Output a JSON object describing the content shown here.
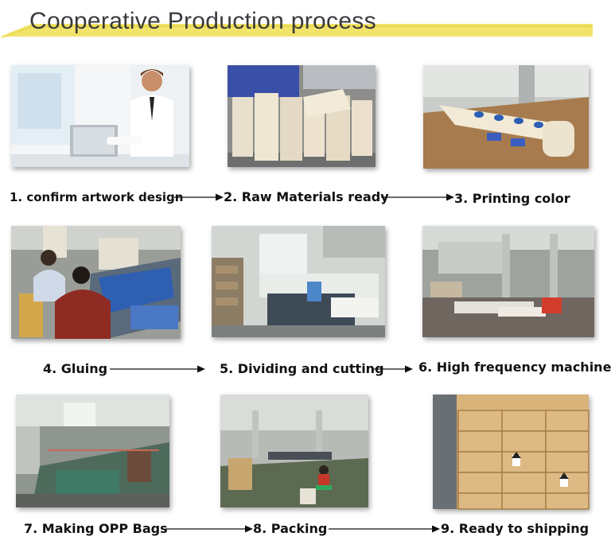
{
  "banner": {
    "title": "Cooperative Production process"
  },
  "steps": [
    {
      "label": "1. confirm artwork design",
      "image": "office-man-laptop-photo"
    },
    {
      "label": "2. Raw Materials ready",
      "image": "paper-rolls-photo"
    },
    {
      "label": "3. Printing color",
      "image": "printing-table-photo"
    },
    {
      "label": "4.  Gluing",
      "image": "workers-gluing-machine-photo"
    },
    {
      "label": "5. Dividing and cutting",
      "image": "cutting-machine-photo"
    },
    {
      "label": "6. High frequency machine",
      "image": "factory-floor-photo"
    },
    {
      "label": "7. Making OPP  Bags",
      "image": "bag-making-machine-photo"
    },
    {
      "label": "8.  Packing",
      "image": "packing-workshop-photo"
    },
    {
      "label": "9. Ready to shipping",
      "image": "stacked-cartons-photo"
    }
  ],
  "colors": {
    "banner_yellow": "#f2e36b",
    "text": "#111111"
  }
}
